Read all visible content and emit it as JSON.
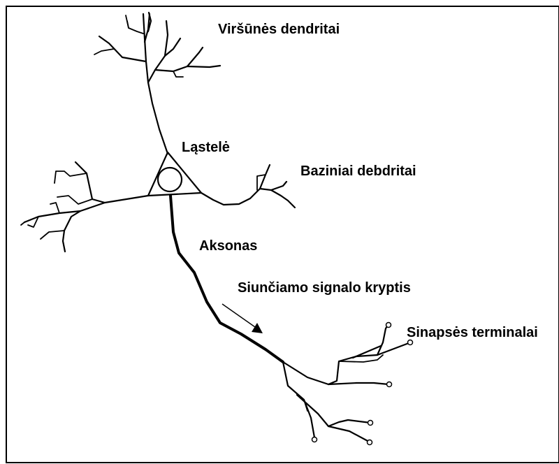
{
  "labels": {
    "apical": "Viršūnės dendritai",
    "soma": "Ląstelė",
    "basal": "Baziniai debdritai",
    "axon": "Aksonas",
    "direction": "Siunčiamo signalo kryptis",
    "terminals": "Sinapsės terminalai"
  },
  "colors": {
    "ink": "#000000",
    "background": "#ffffff",
    "frame": "#000000"
  }
}
